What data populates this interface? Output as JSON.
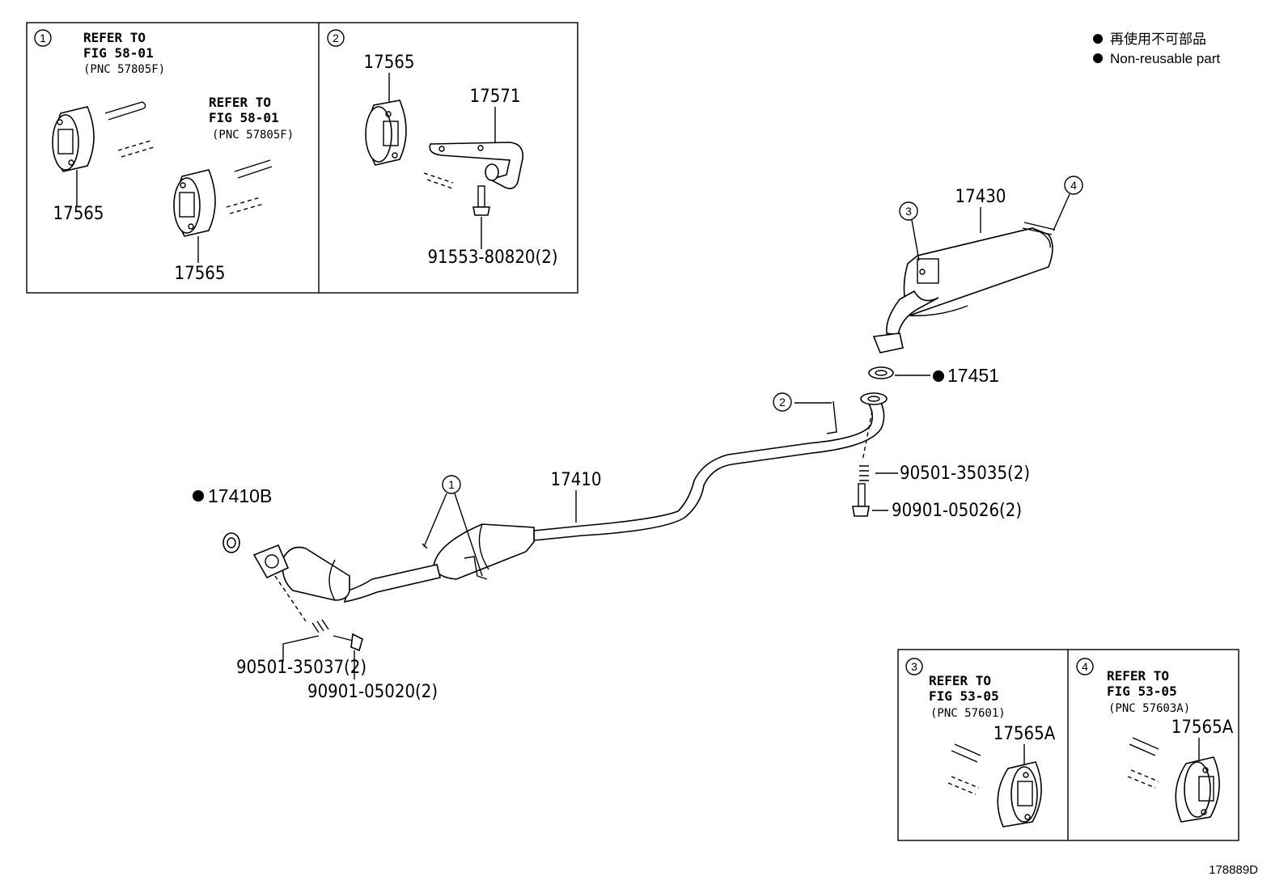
{
  "legend": {
    "line_jp": "再使用不可部品",
    "line_en": "Non-reusable part"
  },
  "figure_id": "178889D",
  "insets": [
    {
      "num": "1",
      "refers": [
        {
          "l1": "REFER TO",
          "l2": "FIG 58-01",
          "l3": "(PNC 57805F)"
        },
        {
          "l1": "REFER TO",
          "l2": "FIG 58-01",
          "l3": "(PNC 57805F)"
        }
      ],
      "parts": [
        "17565",
        "17565"
      ]
    },
    {
      "num": "2",
      "parts": [
        "17565",
        "17571",
        "91553-80820(2)"
      ]
    },
    {
      "num": "3",
      "refers": [
        {
          "l1": "REFER TO",
          "l2": "FIG 53-05",
          "l3": "(PNC 57601)"
        }
      ],
      "parts": [
        "17565A"
      ]
    },
    {
      "num": "4",
      "refers": [
        {
          "l1": "REFER TO",
          "l2": "FIG 53-05",
          "l3": "(PNC 57603A)"
        }
      ],
      "parts": [
        "17565A"
      ]
    }
  ],
  "main": {
    "p17430": "17430",
    "p17451": "17451",
    "p17410": "17410",
    "p17410B": "17410B",
    "p90501_35035": "90501-35035(2)",
    "p90901_05026": "90901-05026(2)",
    "p90501_35037": "90501-35037(2)",
    "p90901_05020": "90901-05020(2)",
    "callout3": "3",
    "callout4": "4",
    "callout2": "2",
    "callout1": "1"
  },
  "icons": {
    "non_reusable": "filled-circle-icon",
    "callout": "circled-number-icon"
  }
}
